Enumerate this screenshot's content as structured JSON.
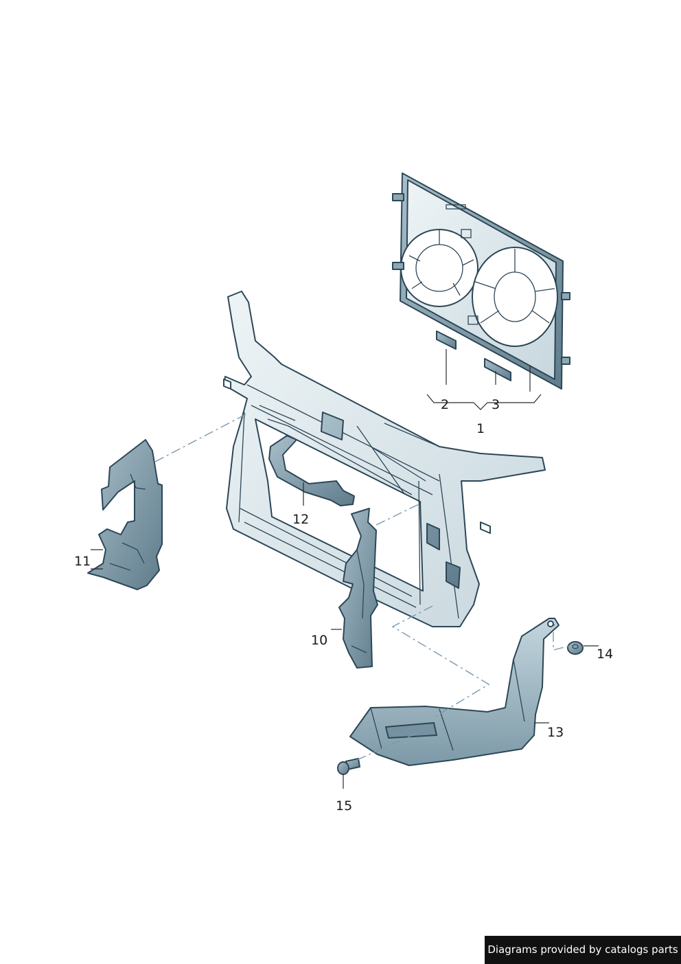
{
  "callouts": {
    "c1": "1",
    "c2": "2",
    "c3": "3",
    "c10": "10",
    "c11": "11",
    "c12": "12",
    "c13": "13",
    "c14": "14",
    "c15": "15"
  },
  "colors": {
    "part_light": "#dde8ec",
    "part_mid": "#b9ccd5",
    "part_dark": "#6f8a98",
    "outline": "#2c4656",
    "dash_line": "#7b98ad"
  },
  "credit": "Diagrams provided by catalogs parts"
}
